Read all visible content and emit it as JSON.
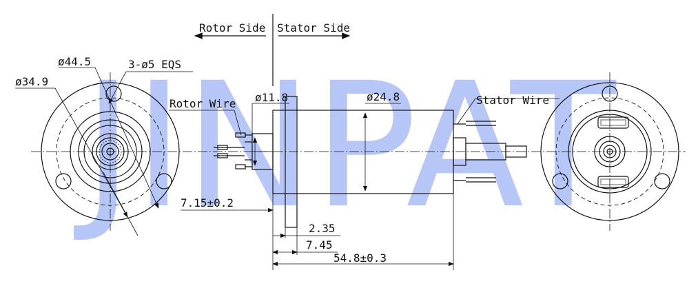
{
  "watermark": "JINPAT",
  "side_labels": {
    "rotor_side": "Rotor Side",
    "stator_side": "Stator Side"
  },
  "dimensions": {
    "outer_diameter": "ø44.5",
    "bolt_circle": "ø34.9",
    "mount_holes": "3-ø5 EQS",
    "rotor_diameter": "ø11.8",
    "body_diameter": "ø24.8",
    "rotor_offset": "7.15±0.2",
    "flange_thickness": "2.35",
    "flange_to_face": "7.45",
    "overall_length": "54.8±0.3"
  },
  "wire_labels": {
    "rotor_wire": "Rotor Wire",
    "stator_wire": "Stator Wire"
  },
  "colors": {
    "watermark": "#9db4f5",
    "line": "#111111"
  }
}
